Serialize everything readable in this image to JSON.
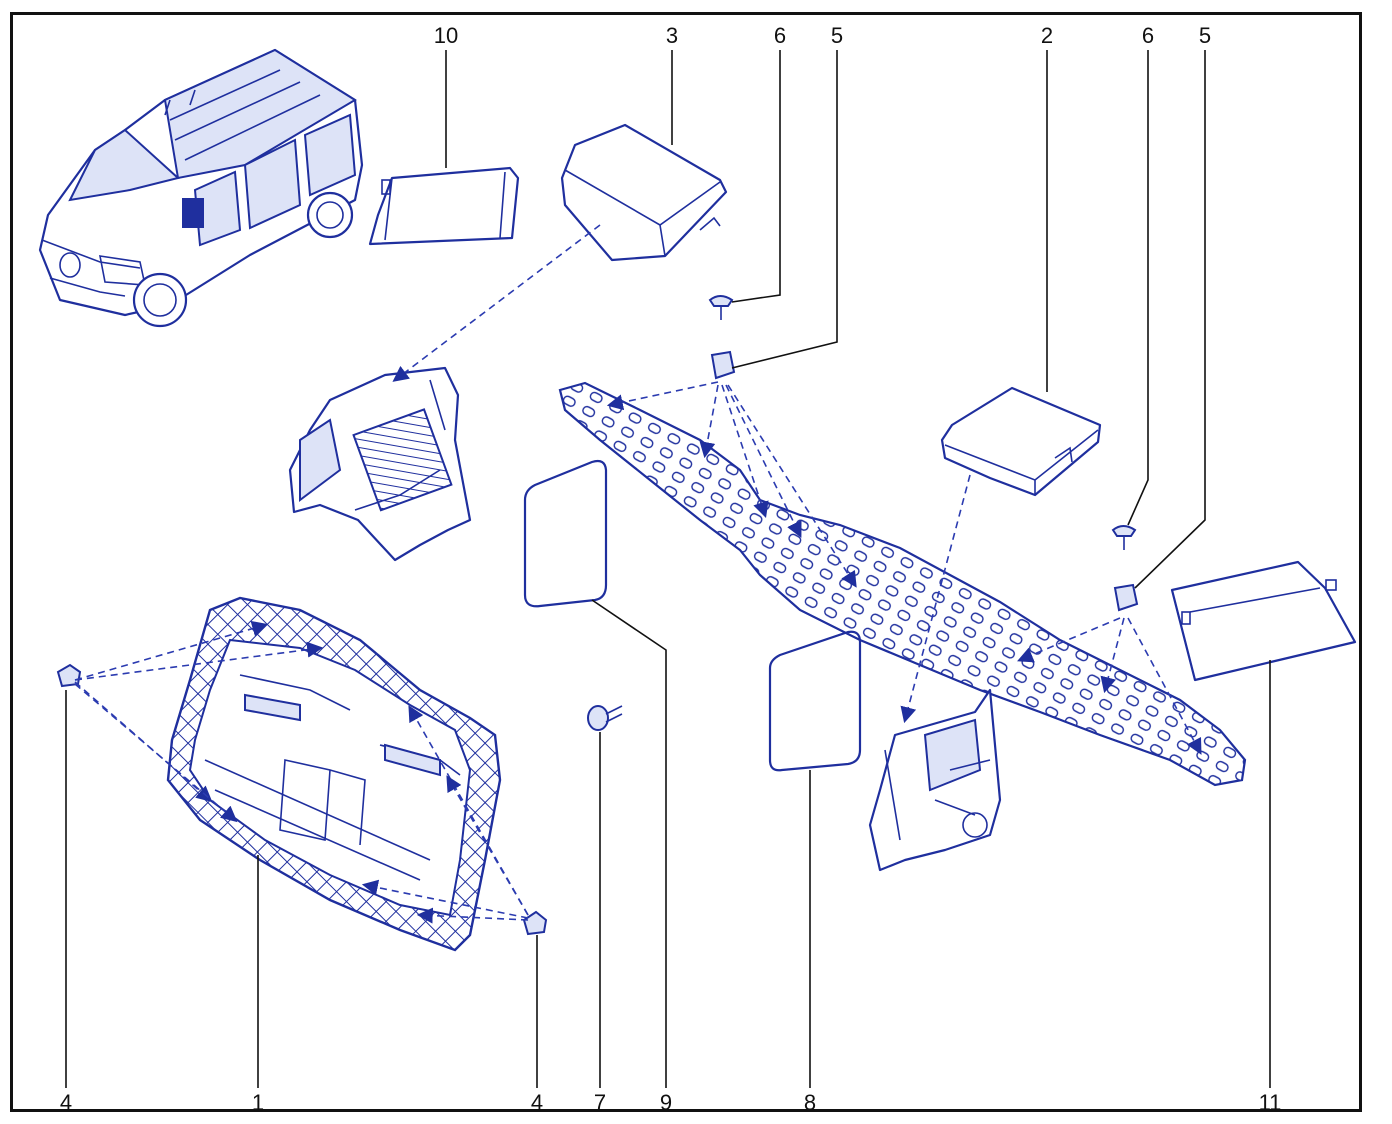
{
  "accent_color": "#1f2f9e",
  "callouts": {
    "top": [
      "10",
      "3",
      "6",
      "5",
      "2",
      "6",
      "5"
    ],
    "bottom": [
      "4",
      "1",
      "4",
      "7",
      "9",
      "8",
      "11"
    ]
  }
}
